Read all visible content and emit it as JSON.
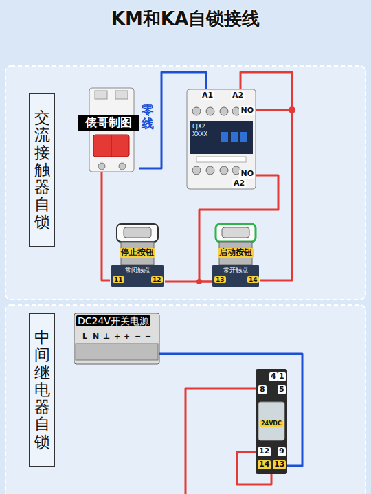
{
  "diagram": {
    "title": "KM和KA自锁接线",
    "nodes": [
      {
        "text": [
          "交流接触器自锁"
        ]
      },
      {
        "text": [
          "俵哥制图"
        ]
      },
      {
        "text": [
          "A1",
          "A2",
          "NO",
          "CJX2",
          "XXXX",
          "NO",
          "A2"
        ]
      },
      {
        "text": [
          "停止按钮",
          "常闭触点",
          "11",
          "12"
        ]
      },
      {
        "text": [
          "启动按钮",
          "常开触点",
          "13",
          "14"
        ]
      },
      {
        "text": [
          "中间继电器自锁"
        ]
      },
      {
        "text": [
          "DC24V开关电源",
          "L",
          "N",
          "⊥",
          "+",
          "+",
          "−",
          "−"
        ]
      },
      {
        "text": [
          "4",
          "1",
          "8",
          "5",
          "24VDC",
          "12",
          "9",
          "14",
          "13"
        ]
      }
    ],
    "edges": [
      {
        "from": 1,
        "to": 2,
        "arrow": "none"
      },
      {
        "from": 1,
        "to": 3,
        "arrow": "none"
      },
      {
        "from": 3,
        "to": 4,
        "arrow": "none"
      },
      {
        "from": 4,
        "to": 2,
        "arrow": "none"
      },
      {
        "from": 4,
        "to": 2,
        "arrow": "none"
      },
      {
        "from": 6,
        "to": 7,
        "arrow": "none"
      }
    ],
    "labels": [
      "零线"
    ]
  }
}
